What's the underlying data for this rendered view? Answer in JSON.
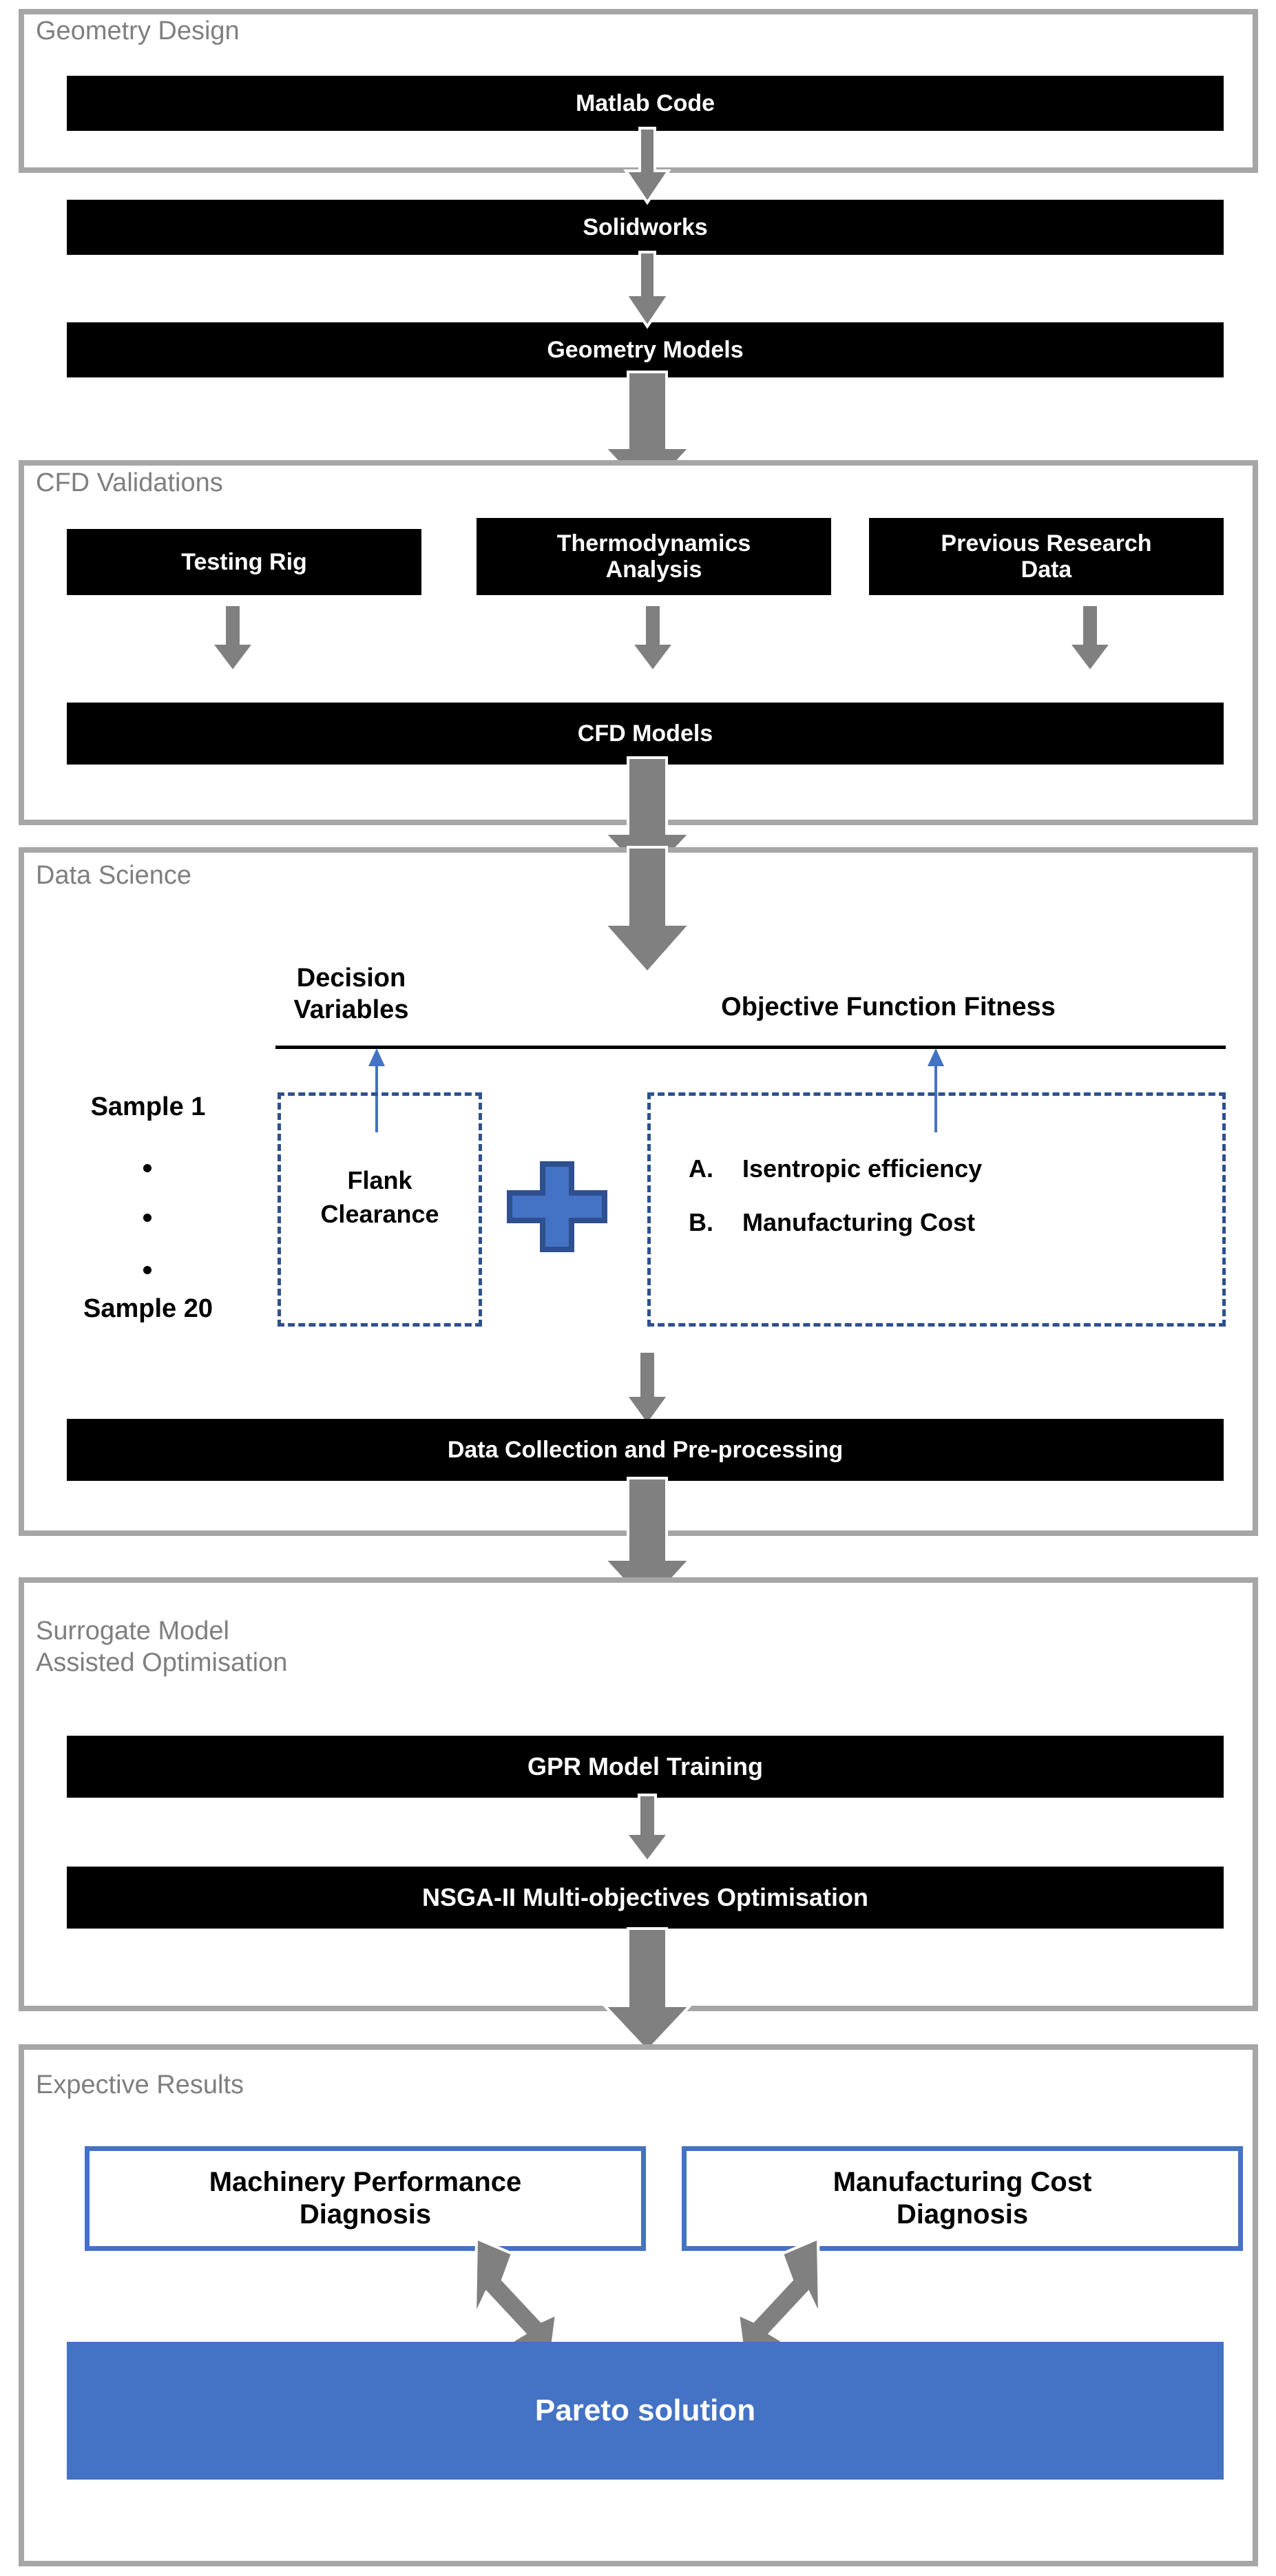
{
  "diagram": {
    "title": "Research methodology flowchart",
    "colors": {
      "frame_border": "#A6A6A6",
      "section_title": "#7F7F7F",
      "process_box": "#000000",
      "process_text": "#FFFFFF",
      "accent_blue": "#4472C4",
      "dark_blue": "#2E5090",
      "arrow_gray": "#808080",
      "arrow_outline": "#FFFFFF"
    }
  },
  "sections": [
    {
      "id": "geometry-design",
      "title": "Geometry Design",
      "boxes": [
        {
          "label": "Matlab Code"
        },
        {
          "label": "Solidworks"
        },
        {
          "label": "Geometry Models"
        }
      ]
    },
    {
      "id": "cfd-validations",
      "title": "CFD Validations",
      "inputs": [
        {
          "label": "Testing Rig"
        },
        {
          "label": "Thermodynamics\nAnalysis"
        },
        {
          "label": "Previous Research\nData"
        }
      ],
      "output": {
        "label": "CFD Models"
      }
    },
    {
      "id": "data-science",
      "title": "Data Science",
      "column_headers": {
        "left": "Decision\nVariables",
        "right": "Objective Function Fitness"
      },
      "sample_labels": {
        "first": "Sample 1",
        "last": "Sample 20",
        "ellipsis_dots": 3
      },
      "decision_variables": [
        {
          "label": "Flank\nClearance"
        }
      ],
      "operator": "plus",
      "objective_functions": [
        {
          "marker": "A.",
          "label": "Isentropic efficiency"
        },
        {
          "marker": "B.",
          "label": "Manufacturing Cost"
        }
      ],
      "output": {
        "label": "Data Collection and Pre-processing"
      }
    },
    {
      "id": "surrogate-model",
      "title": "Surrogate Model\nAssisted Optimisation",
      "boxes": [
        {
          "label": "GPR Model Training"
        },
        {
          "label": "NSGA-II Multi-objectives Optimisation"
        }
      ]
    },
    {
      "id": "expective-results",
      "title": "Expective Results",
      "diagnoses": [
        {
          "label": "Machinery Performance\nDiagnosis"
        },
        {
          "label": "Manufacturing Cost\nDiagnosis"
        }
      ],
      "result": {
        "label": "Pareto solution"
      }
    }
  ]
}
